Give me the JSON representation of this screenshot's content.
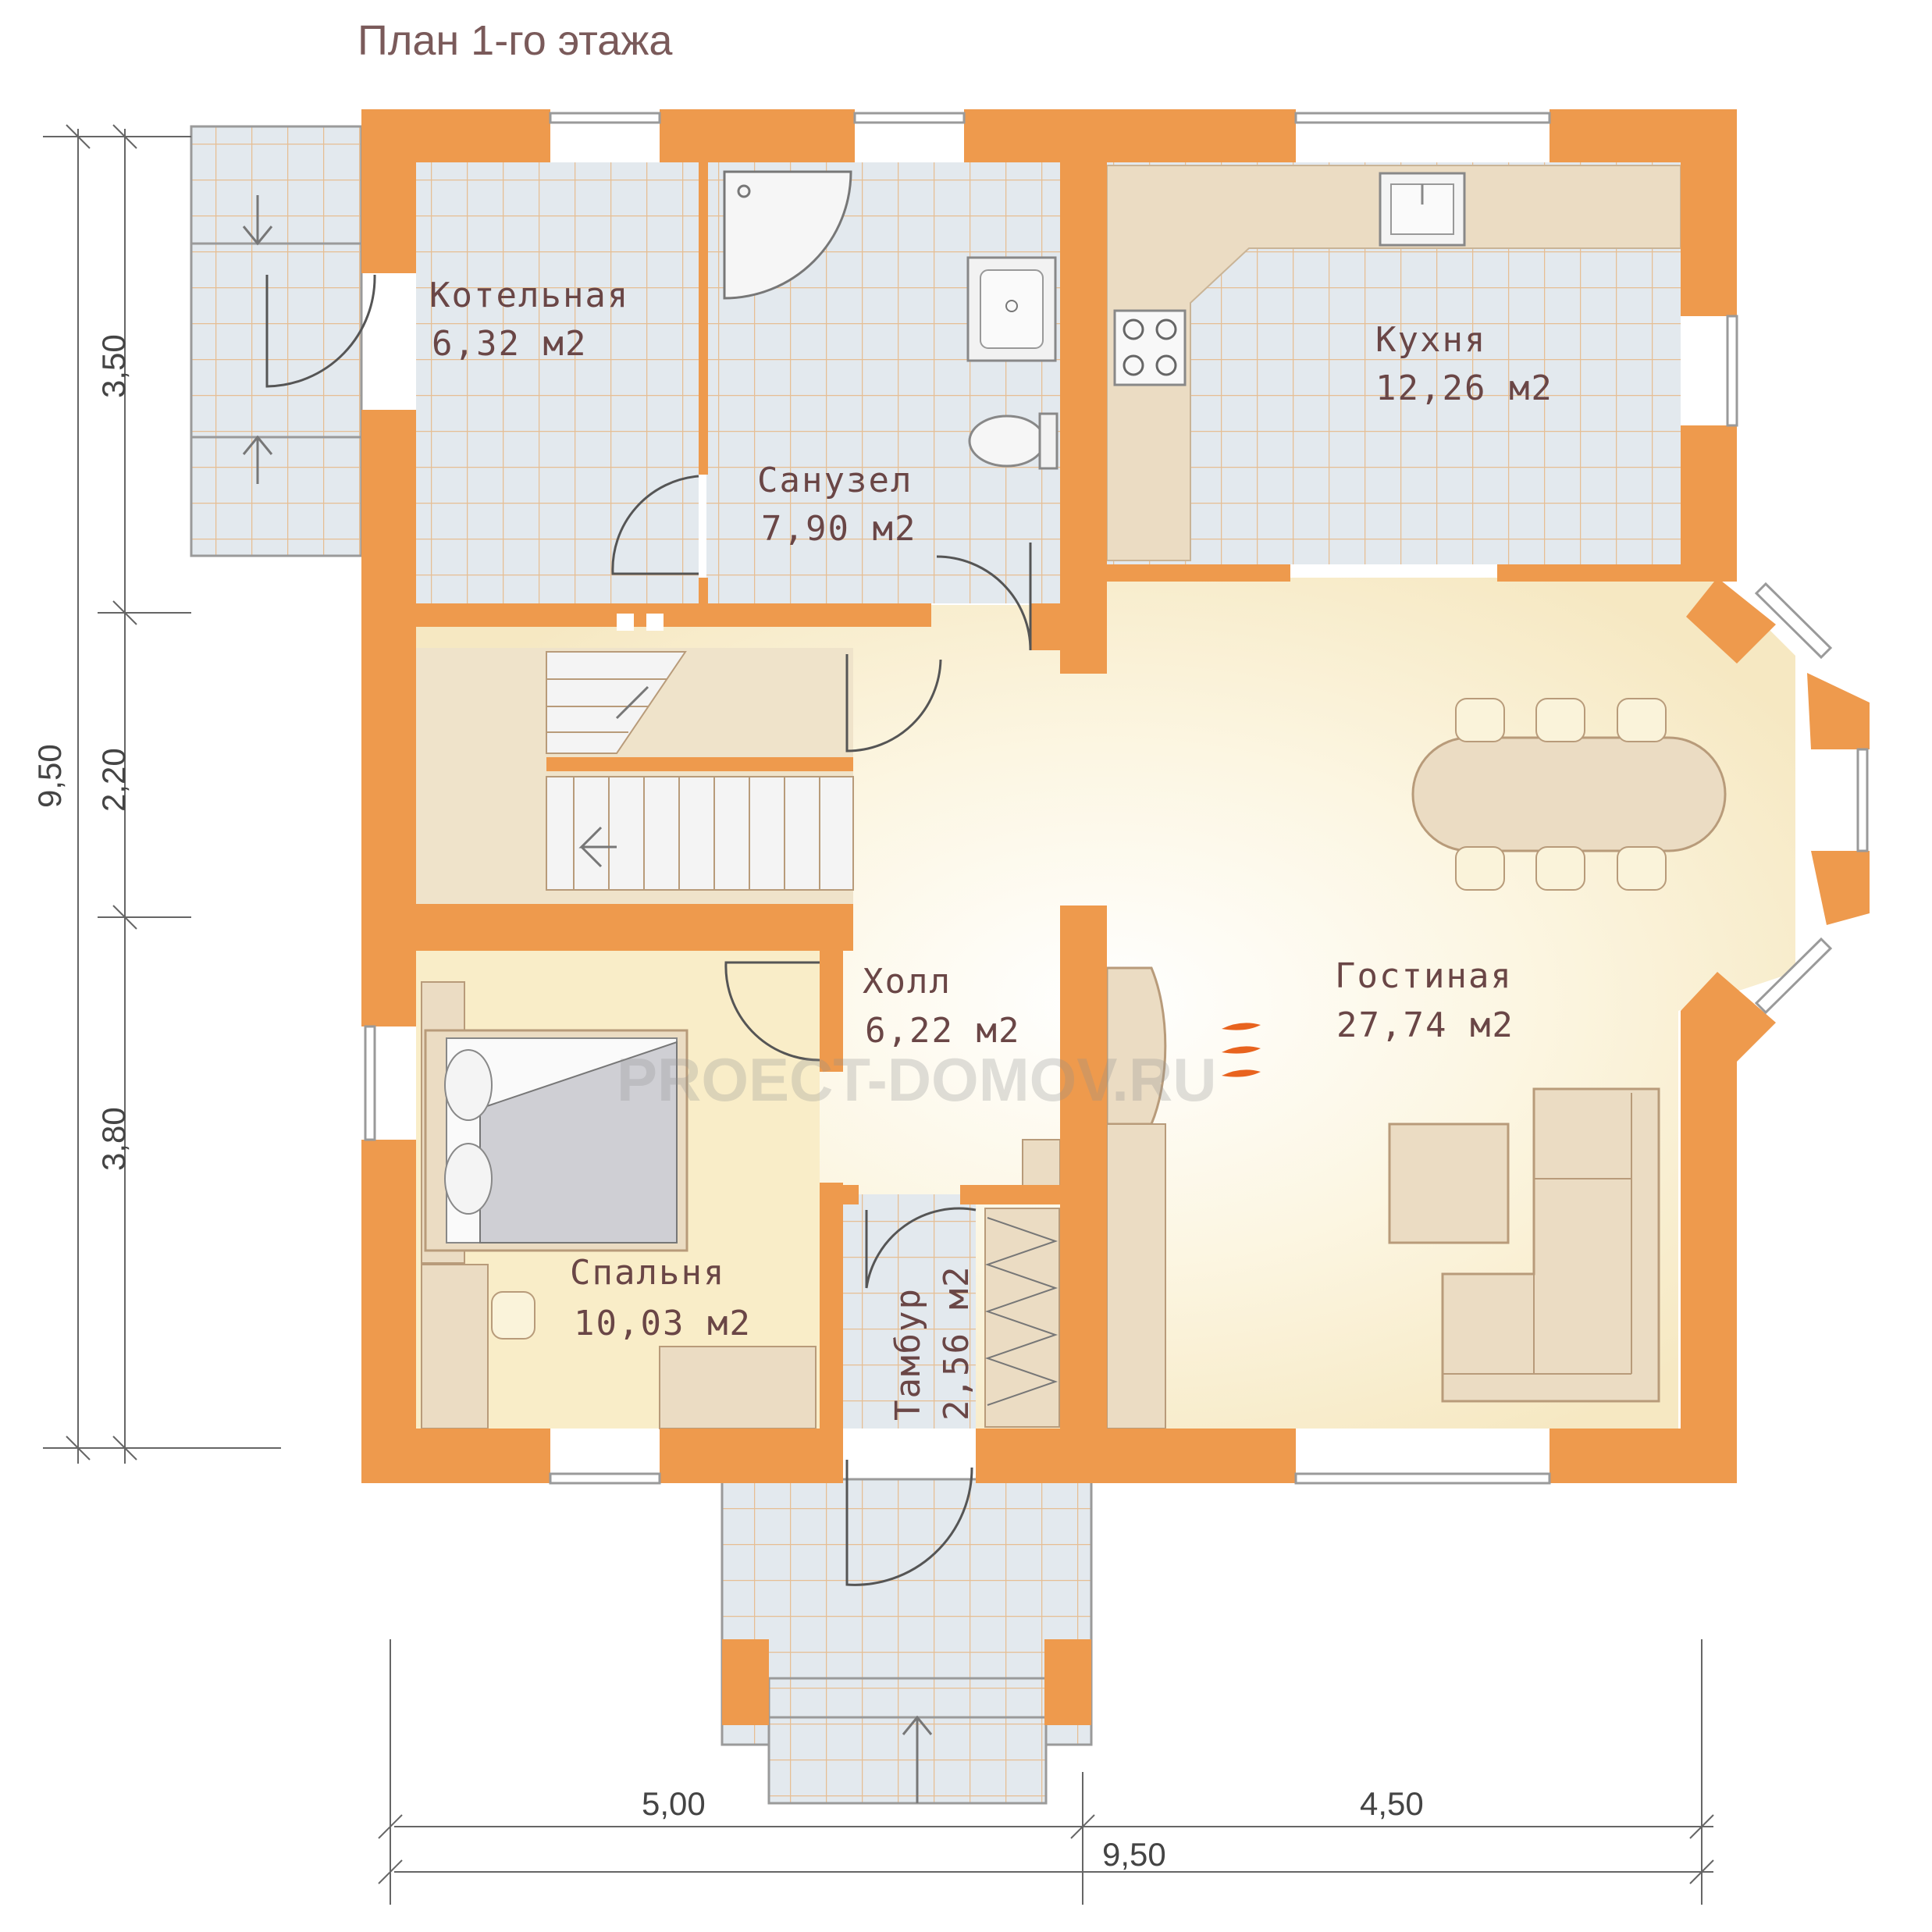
{
  "title": "План 1-го этажа",
  "watermark": "PROECT-DOMOV.RU",
  "colors": {
    "wall": "#EE9A4D",
    "wall_dark": "#E0893C",
    "tile": "#E3E9EE",
    "tile_line": "#E6BE93",
    "floor_light": "#FBF4DE",
    "floor_warm": "#F6E9C8",
    "furniture": "#EBDCC3",
    "furniture_line": "#B89B7A",
    "text_room": "#6A4646",
    "dim_line": "#666666",
    "fire": "#E8631E"
  },
  "rooms": [
    {
      "id": "boiler",
      "name": "Котельная",
      "area": "6,32 м2"
    },
    {
      "id": "bath",
      "name": "Санузел",
      "area": "7,90 м2"
    },
    {
      "id": "kitchen",
      "name": "Кухня",
      "area": "12,26 м2"
    },
    {
      "id": "hall",
      "name": "Холл",
      "area": "6,22 м2"
    },
    {
      "id": "living",
      "name": "Гостиная",
      "area": "27,74 м2"
    },
    {
      "id": "bedroom",
      "name": "Спальня",
      "area": "10,03 м2"
    },
    {
      "id": "vestibule",
      "name": "Тамбур",
      "area": "2,56 м2"
    }
  ],
  "dimensions": {
    "left_total": "9,50",
    "left_top": "3,50",
    "left_mid": "2,20",
    "left_bottom": "3,80",
    "bottom_left": "5,00",
    "bottom_right": "4,50",
    "bottom_total": "9,50"
  }
}
